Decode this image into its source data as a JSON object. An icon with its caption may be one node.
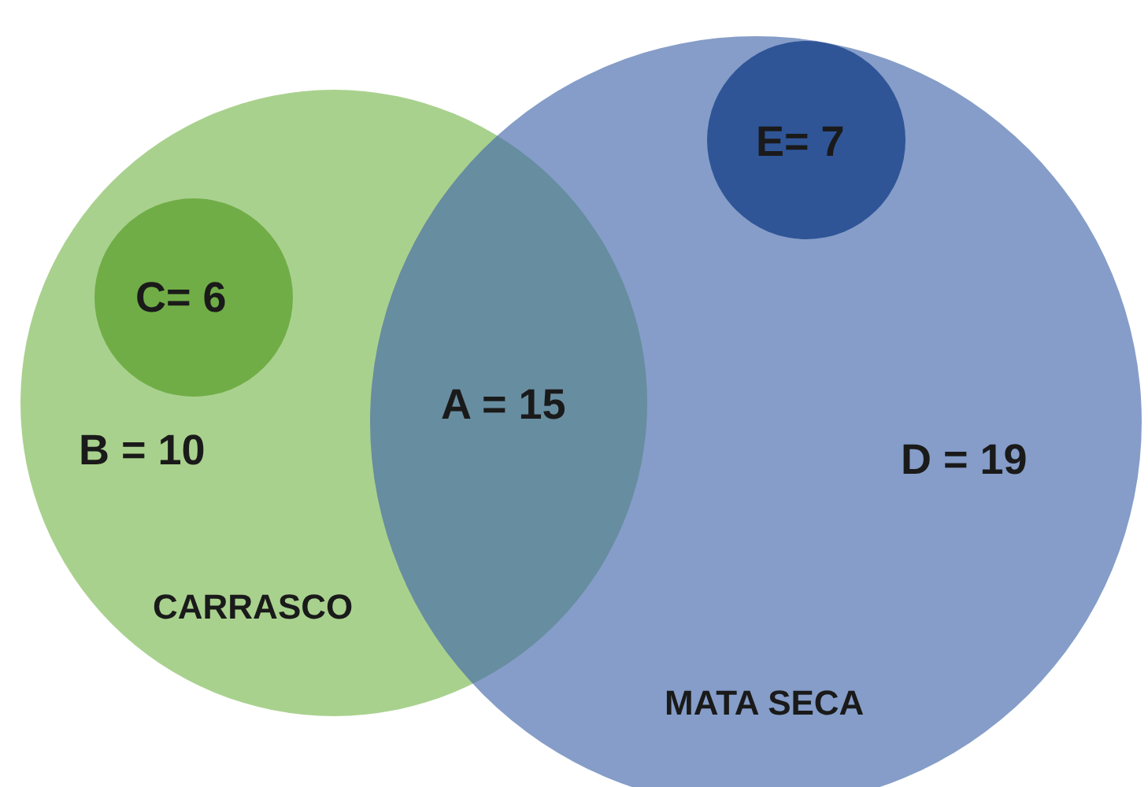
{
  "diagram": {
    "nodes": [
      {
        "text": [
          "B = 10",
          "CARRASCO"
        ]
      },
      {
        "text": [
          "D = 19",
          "MATA SECA"
        ]
      },
      {
        "text": [
          "C= 6"
        ],
        "in": 0
      },
      {
        "text": [
          "E= 7"
        ],
        "in": 1
      }
    ],
    "labels": [
      "A = 15"
    ]
  }
}
